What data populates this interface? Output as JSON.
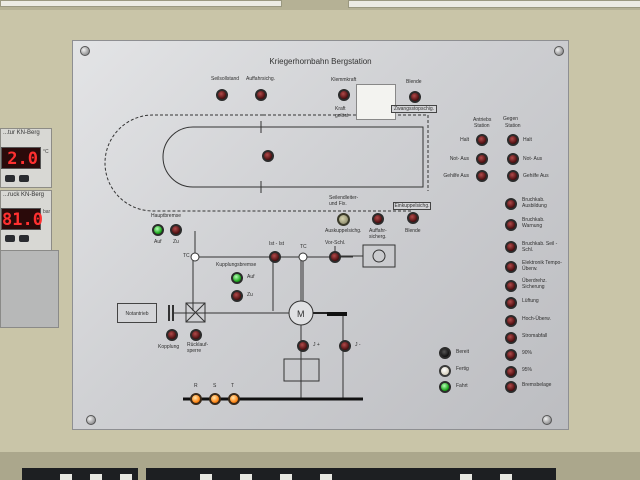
{
  "left_units": {
    "unit1": {
      "label": "...tur KN-Berg",
      "value": "2.0",
      "unit": "°C"
    },
    "unit2": {
      "label": "...ruck KN-Berg",
      "value": "81.0",
      "unit": "bar"
    }
  },
  "panel": {
    "title": "Kriegerhornbahn Bergstation",
    "top_labels": {
      "seilstoss": "Seilsollstand",
      "auffahr": "Auffahrsichg.",
      "klemmkraft": "Klemmkraft",
      "blende": "Blende",
      "kraft": "Kraft",
      "lose": "gelöst",
      "zwangsstop": "Zwangsstopschig."
    },
    "right_headers": {
      "antrieb": "Antriebs",
      "station_a": "Station",
      "gegen": "Gegen",
      "station_b": "Station"
    },
    "right_rows": [
      "Halt",
      "Not- Aus",
      "Gehilfe Aus"
    ],
    "right_rows_b": [
      "Halt",
      "Not- Aus",
      "Gehilfe Aus"
    ],
    "fault_list": [
      "Bruchkab. Ausbildung",
      "Bruchkab. Warnung",
      "Bruchkab. Seil - Schl.",
      "Elektronik Tempo-Überw.",
      "Überdrehz. Sicherung",
      "Lüftung",
      "Hoch-Überw.",
      "Stromabfall",
      "90%",
      "95%",
      "Bremsbelage"
    ],
    "status_lamps": [
      "Bereit",
      "Fertig",
      "Fahrt"
    ],
    "middle_labels": {
      "seilendleiter": "Seilendleiter-\nund Fix.",
      "auskuppel": "Auskuppelsichg.",
      "auffahrsicherung": "Auffahr-\nsicherg.",
      "einkuppel": "Einkuppelsichg.",
      "blende2": "Blende",
      "hauptbremse": "Hauptbremse",
      "auf": "Auf",
      "zu": "Zu",
      "ist_ist": "Ist - Ist",
      "tc1": "TC",
      "tc2": "TC",
      "vorschr": "Vor-Schl.",
      "kupplung": "Kupplungsbremse",
      "auf2": "Auf",
      "zu2": "Zu",
      "notantrieb": "Notantrieb",
      "kopplung": "Kopplung",
      "rueckl": "Rücklauf-\nsperre",
      "m": "M",
      "j_plus": "J +",
      "j_minus": "J -"
    },
    "phases": [
      "R",
      "S",
      "T"
    ]
  }
}
